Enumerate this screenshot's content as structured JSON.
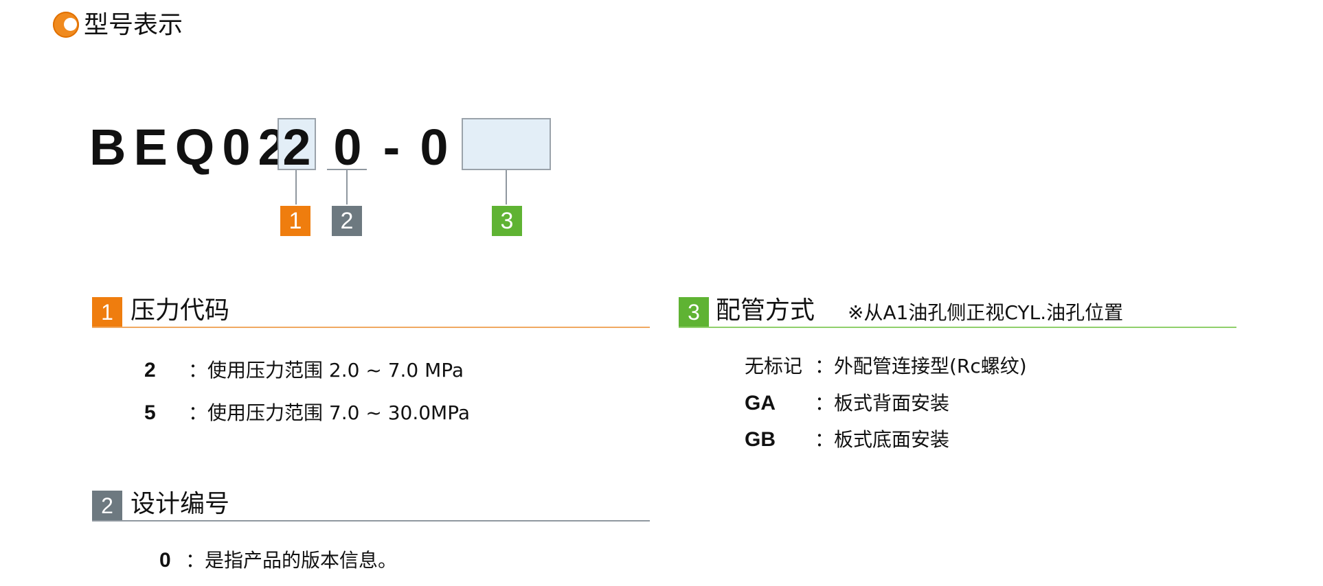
{
  "heading": {
    "title": "型号表示"
  },
  "model_code": {
    "prefix": "BEQ02",
    "box1": "2",
    "digit2": "0",
    "dash": "-",
    "last": "0",
    "badges": [
      "1",
      "2",
      "3"
    ],
    "colors": {
      "orange": "#ef7d0e",
      "gray": "#6d7980",
      "green": "#5fb333",
      "box_fill": "#e3eef7"
    }
  },
  "sections": {
    "pressure": {
      "num": "1",
      "title": "压力代码",
      "items": [
        {
          "code": "2",
          "desc": "：使用压力范围  2.0 ~ 7.0 MPa"
        },
        {
          "code": "5",
          "desc": "：使用压力范围  7.0 ~ 30.0MPa"
        }
      ]
    },
    "design": {
      "num": "2",
      "title": "设计编号",
      "items": [
        {
          "code": "0",
          "desc": "：是指产品的版本信息。"
        }
      ]
    },
    "piping": {
      "num": "3",
      "title": "配管方式",
      "note": "※从A1油孔侧正视CYL.油孔位置",
      "items": [
        {
          "code": "无标记",
          "desc": "：外配管连接型(Rc螺纹)"
        },
        {
          "code": "GA",
          "desc": "：板式背面安装"
        },
        {
          "code": "GB",
          "desc": "：板式底面安装"
        }
      ]
    }
  }
}
